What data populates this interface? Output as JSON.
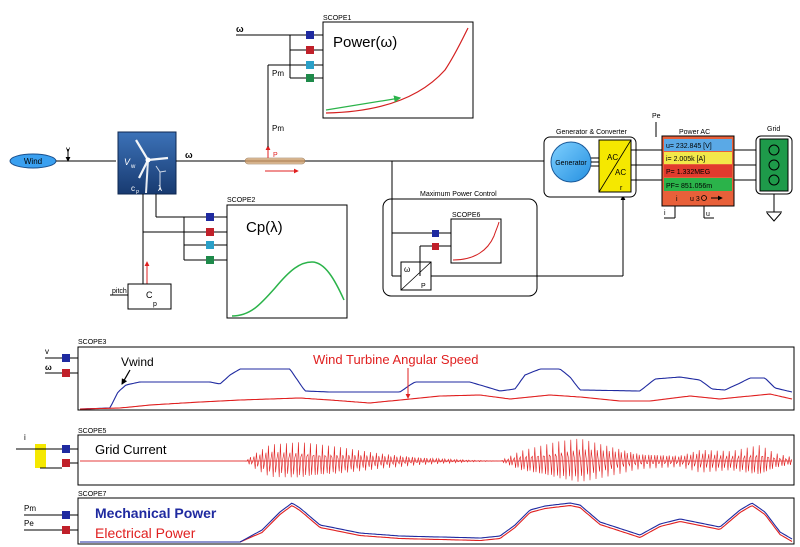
{
  "wind_source": {
    "label": "Wind"
  },
  "omega": "ω",
  "turbine": {
    "v": "v",
    "vw": "V",
    "vw_sub": "w",
    "cp": "c",
    "cp_sub": "P",
    "lambda": "λ"
  },
  "shaft": {
    "pm": "Pm",
    "p": "P"
  },
  "pitch_block": {
    "pitch": "pitch",
    "label": "C",
    "sub": "p"
  },
  "scope1": {
    "name": "SCOPE1",
    "title": "Power(ω)"
  },
  "scope2": {
    "name": "SCOPE2",
    "title": "Cp(λ)"
  },
  "mpc": {
    "title": "Maximum Power Control",
    "scope_name": "SCOPE6",
    "block_top": "ω",
    "block_bottom": "P"
  },
  "gen_conv": {
    "title": "Generator & Converter",
    "generator": "Generator",
    "ac1": "AC",
    "ac2": "AC",
    "r": "r"
  },
  "pe": "Pe",
  "power_ac": {
    "title": "Power AC",
    "readouts": [
      {
        "text": "u= 232.845 [V]",
        "color": "#5aa9e6"
      },
      {
        "text": "i= 2.005k [A]",
        "color": "#f2e84a"
      },
      {
        "text": "P= 1.332MEG",
        "color": "#e23a2e"
      },
      {
        "text": "PF= 851.056m",
        "color": "#2bb34a"
      }
    ],
    "footer_i": "i",
    "footer_u3": "u 3",
    "bottom_i": "i",
    "bottom_u": "u"
  },
  "grid": {
    "title": "Grid"
  },
  "scope3": {
    "name": "SCOPE3",
    "in_v": "v",
    "in_w": "ω",
    "annot_v": "Vwind",
    "annot_w": "Wind Turbine Angular Speed",
    "color_v": "#1f2aa0",
    "color_w": "#e02020"
  },
  "scope5": {
    "name": "SCOPE5",
    "in_i": "i",
    "annot": "Grid Current",
    "color": "#e02020"
  },
  "scope7": {
    "name": "SCOPE7",
    "in_pm": "Pm",
    "in_pe": "Pe",
    "annot_pm": "Mechanical Power",
    "annot_pe": "Electrical Power",
    "color_pm": "#1f2aa0",
    "color_pe": "#e02020"
  }
}
